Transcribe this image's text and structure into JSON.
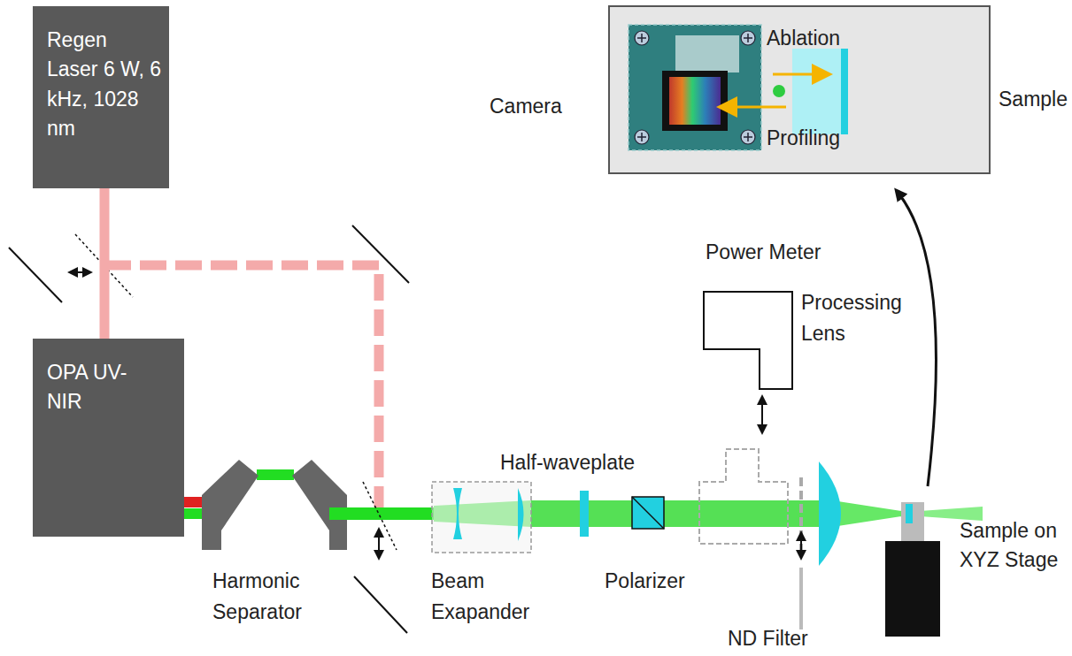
{
  "diagram": {
    "nodes": [
      {
        "text": [
          "Regen Laser 6 W, 6 kHz, 1028 nm"
        ]
      },
      {
        "text": [
          "OPA UV-NIR"
        ]
      },
      {
        "text": [
          "Ablation",
          "Profiling"
        ]
      },
      {
        "text": [
          "Sample on XYZ Stage"
        ]
      }
    ],
    "edges": [
      {
        "from": 0,
        "to": 1,
        "arrow": "none"
      },
      {
        "from": 3,
        "to": 2,
        "arrow": "to"
      }
    ],
    "labels": [
      "Camera",
      "Sample",
      "Power Meter",
      "Processing Lens",
      "Half-waveplate",
      "Beam Exapander",
      "Polarizer",
      "Harmonic Separator",
      "ND Filter"
    ]
  }
}
